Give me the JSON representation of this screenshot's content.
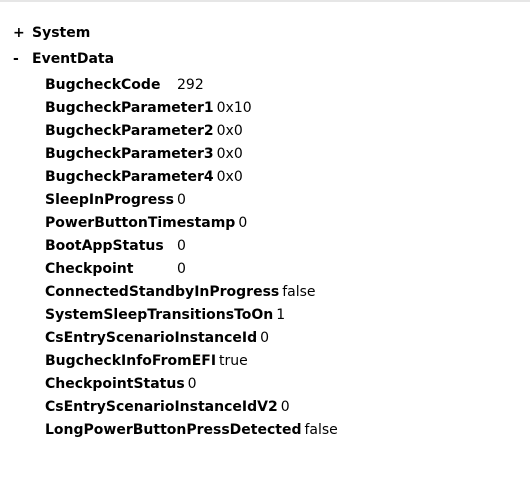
{
  "tree": {
    "system": {
      "toggle": "+",
      "label": "System"
    },
    "event_data": {
      "toggle": "-",
      "label": "EventData",
      "fields": [
        {
          "name": "BugcheckCode",
          "value": "292",
          "aligned": true
        },
        {
          "name": "BugcheckParameter1",
          "value": "0x10",
          "aligned": false
        },
        {
          "name": "BugcheckParameter2",
          "value": "0x0",
          "aligned": false
        },
        {
          "name": "BugcheckParameter3",
          "value": "0x0",
          "aligned": false
        },
        {
          "name": "BugcheckParameter4",
          "value": "0x0",
          "aligned": false
        },
        {
          "name": "SleepInProgress",
          "value": "0",
          "aligned": true
        },
        {
          "name": "PowerButtonTimestamp",
          "value": "0",
          "aligned": false
        },
        {
          "name": "BootAppStatus",
          "value": "0",
          "aligned": true
        },
        {
          "name": "Checkpoint",
          "value": "0",
          "aligned": true
        },
        {
          "name": "ConnectedStandbyInProgress",
          "value": "false",
          "aligned": false
        },
        {
          "name": "SystemSleepTransitionsToOn",
          "value": "1",
          "aligned": false
        },
        {
          "name": "CsEntryScenarioInstanceId",
          "value": "0",
          "aligned": false
        },
        {
          "name": "BugcheckInfoFromEFI",
          "value": "true",
          "aligned": false
        },
        {
          "name": "CheckpointStatus",
          "value": "0",
          "aligned": false
        },
        {
          "name": "CsEntryScenarioInstanceIdV2",
          "value": "0",
          "aligned": false
        },
        {
          "name": "LongPowerButtonPressDetected",
          "value": "false",
          "aligned": false
        }
      ]
    }
  }
}
